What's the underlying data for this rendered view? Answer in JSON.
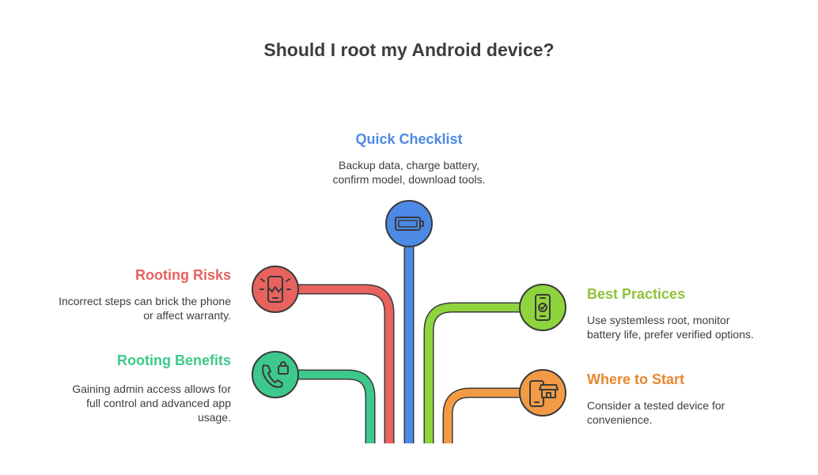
{
  "title": "Should I root my Android device?",
  "colors": {
    "blue": "#4d8ae6",
    "red": "#e8625e",
    "green": "#3dc98b",
    "lime": "#8fd43c",
    "orange": "#f39a45"
  },
  "nodes": {
    "checklist": {
      "title": "Quick Checklist",
      "desc_line1": "Backup data, charge battery,",
      "desc_line2": "confirm model, download tools.",
      "icon": "battery-icon"
    },
    "risks": {
      "title": "Rooting Risks",
      "desc_line1": "Incorrect steps can brick the phone",
      "desc_line2": "or affect warranty.",
      "icon": "broken-phone-icon"
    },
    "benefits": {
      "title": "Rooting Benefits",
      "desc_line1": "Gaining admin access allows for",
      "desc_line2": "full control and advanced app",
      "desc_line3": "usage.",
      "icon": "phone-lock-icon"
    },
    "practices": {
      "title": "Best Practices",
      "desc_line1": "Use systemless root, monitor",
      "desc_line2": "battery life, prefer verified options.",
      "icon": "phone-check-icon"
    },
    "start": {
      "title": "Where to Start",
      "desc_line1": "Consider a tested device for",
      "desc_line2": "convenience.",
      "icon": "phone-store-icon"
    }
  }
}
